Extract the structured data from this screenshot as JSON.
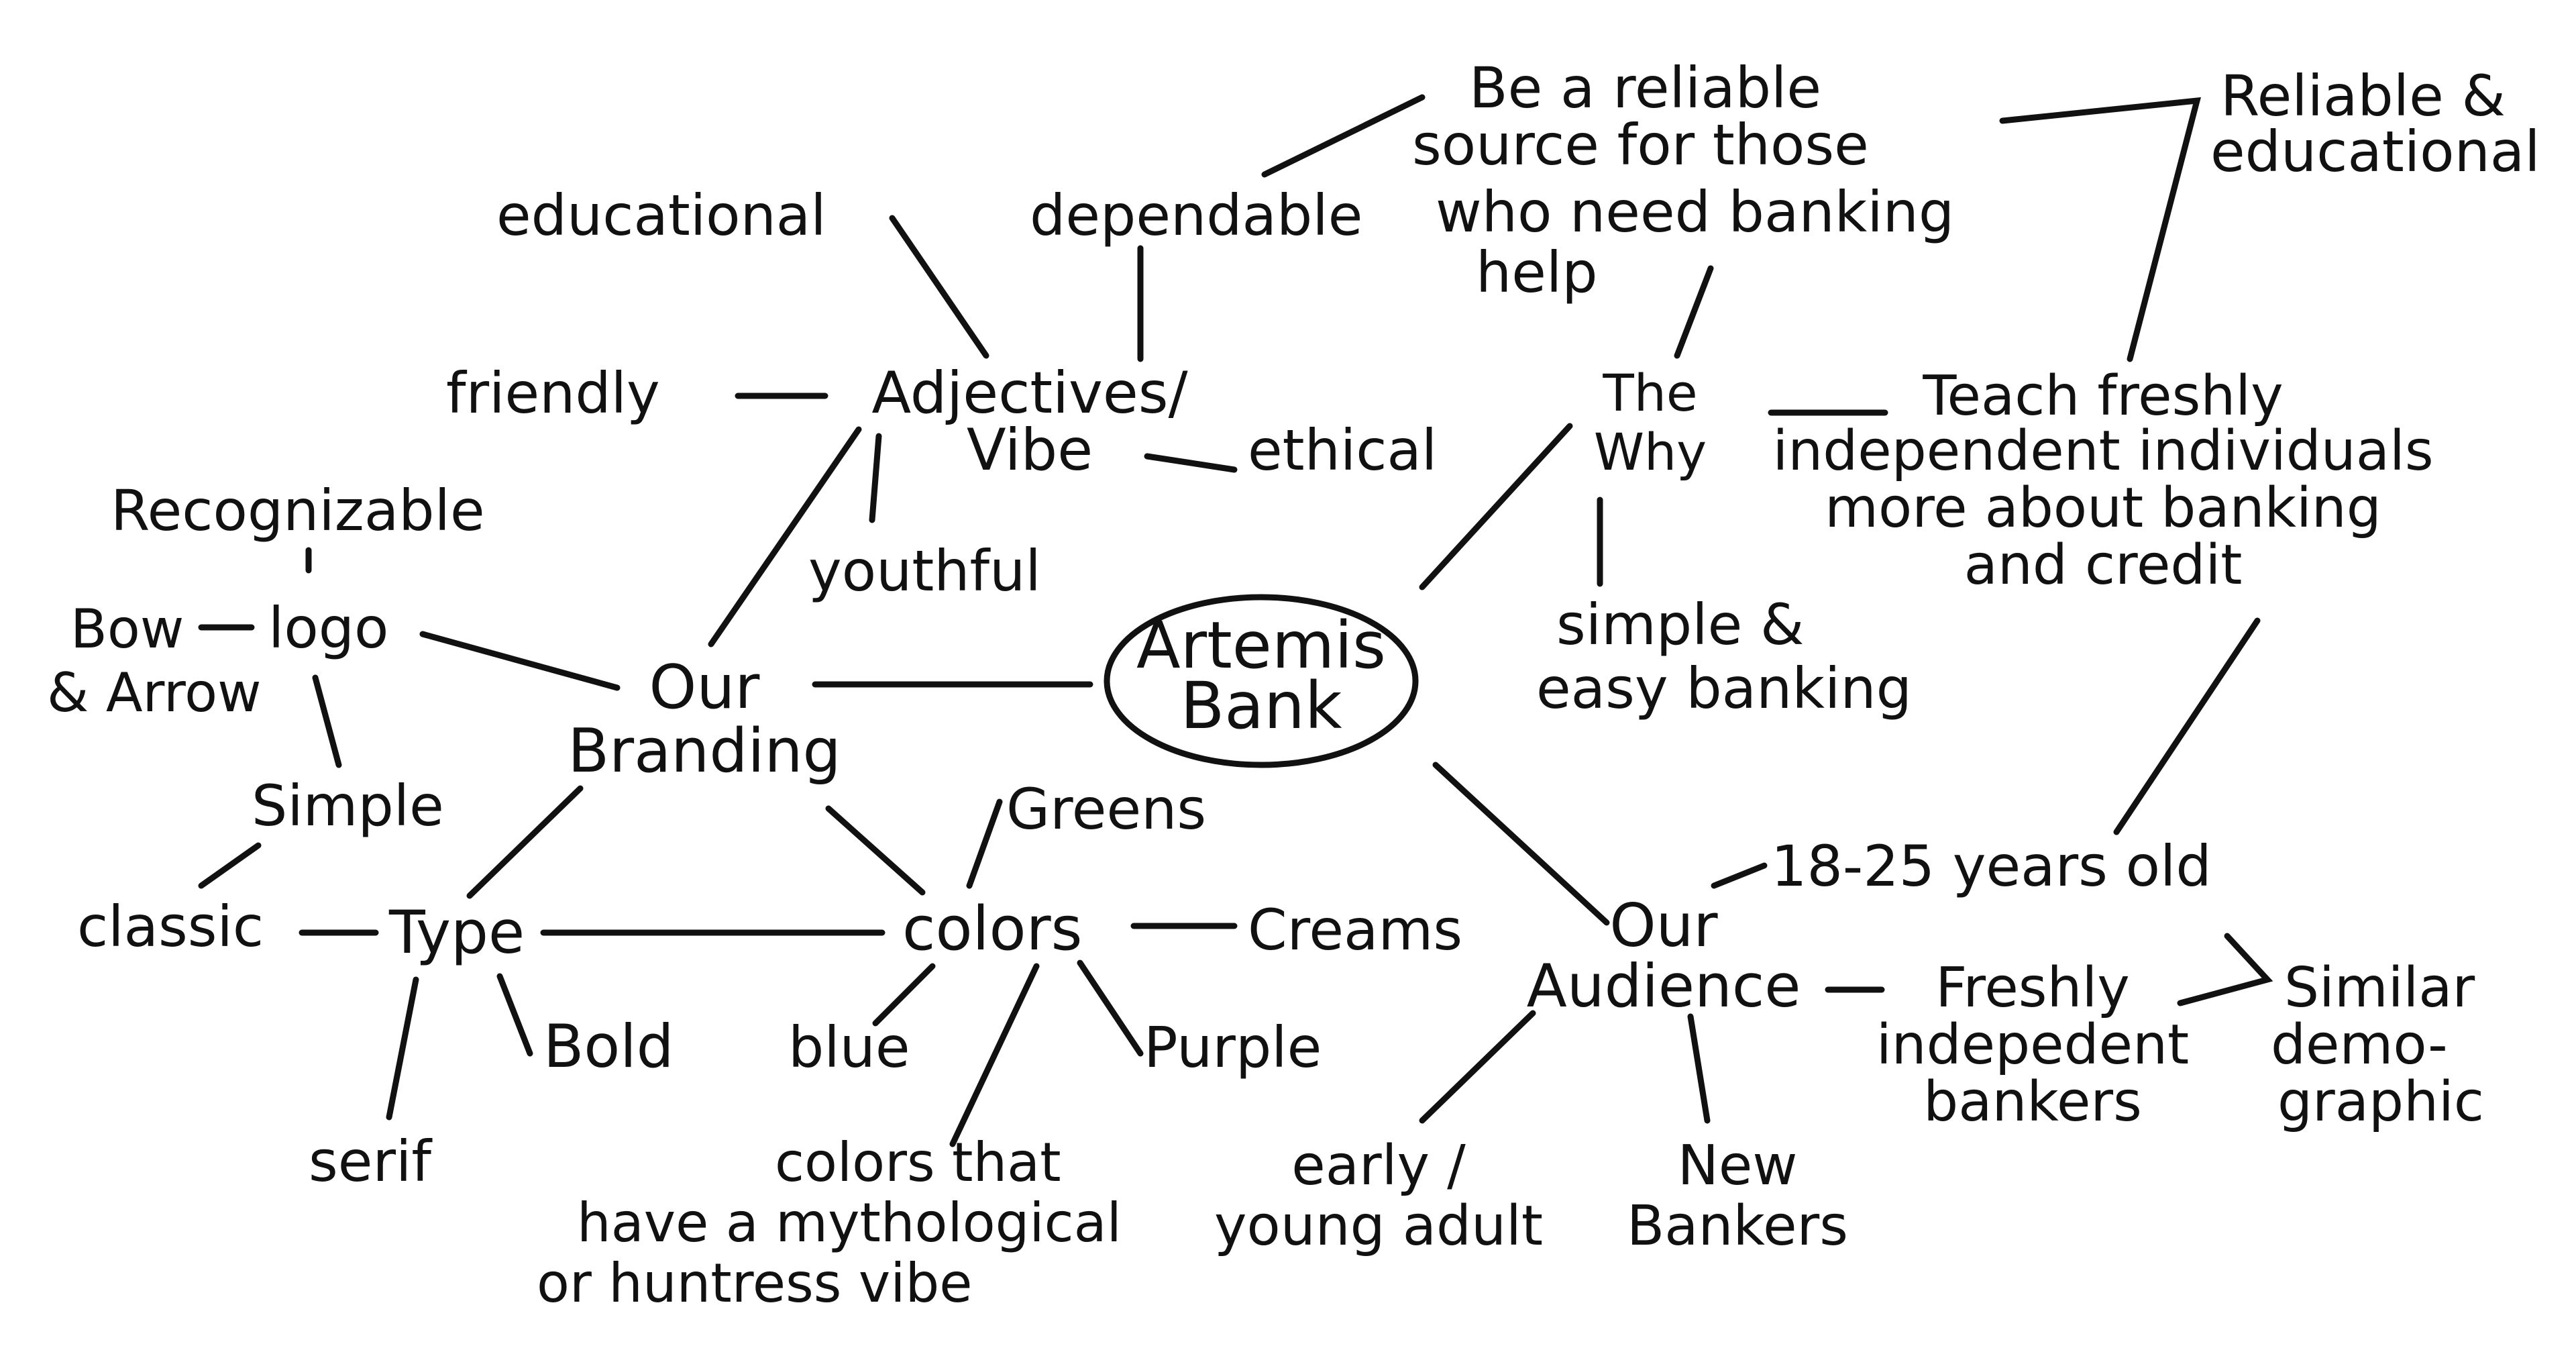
{
  "diagram": {
    "center": {
      "id": "center",
      "lines": [
        "Artemis",
        "Bank"
      ]
    },
    "nodes": [
      {
        "id": "why",
        "lines": [
          "The",
          "Why"
        ]
      },
      {
        "id": "be_reliable",
        "lines": [
          "Be a reliable",
          "source for those",
          "who need banking",
          "help"
        ]
      },
      {
        "id": "reliable_educational",
        "lines": [
          "Reliable &",
          "educational"
        ]
      },
      {
        "id": "teach",
        "lines": [
          "Teach freshly",
          "independent individuals",
          "more about banking",
          "and credit"
        ]
      },
      {
        "id": "simple_easy",
        "lines": [
          "simple &",
          "easy banking"
        ]
      },
      {
        "id": "adjectives",
        "lines": [
          "Adjectives/",
          "Vibe"
        ]
      },
      {
        "id": "educational",
        "lines": [
          "educational"
        ]
      },
      {
        "id": "dependable",
        "lines": [
          "dependable"
        ]
      },
      {
        "id": "friendly",
        "lines": [
          "friendly"
        ]
      },
      {
        "id": "ethical",
        "lines": [
          "ethical"
        ]
      },
      {
        "id": "youthful",
        "lines": [
          "youthful"
        ]
      },
      {
        "id": "branding",
        "lines": [
          "Our",
          "Branding"
        ]
      },
      {
        "id": "logo",
        "lines": [
          "logo"
        ]
      },
      {
        "id": "recognizable",
        "lines": [
          "Recognizable"
        ]
      },
      {
        "id": "bow_arrow",
        "lines": [
          "Bow",
          "& Arrow"
        ]
      },
      {
        "id": "simple",
        "lines": [
          "Simple"
        ]
      },
      {
        "id": "classic",
        "lines": [
          "classic"
        ]
      },
      {
        "id": "type",
        "lines": [
          "Type"
        ]
      },
      {
        "id": "serif",
        "lines": [
          "serif"
        ]
      },
      {
        "id": "bold",
        "lines": [
          "Bold"
        ]
      },
      {
        "id": "colors",
        "lines": [
          "colors"
        ]
      },
      {
        "id": "greens",
        "lines": [
          "Greens"
        ]
      },
      {
        "id": "creams",
        "lines": [
          "Creams"
        ]
      },
      {
        "id": "blue",
        "lines": [
          "blue"
        ]
      },
      {
        "id": "purple",
        "lines": [
          "Purple"
        ]
      },
      {
        "id": "myth_colors",
        "lines": [
          "colors that",
          "have a mythological",
          "or huntress vibe"
        ]
      },
      {
        "id": "audience",
        "lines": [
          "Our",
          "Audience"
        ]
      },
      {
        "id": "age",
        "lines": [
          "18-25 years old"
        ]
      },
      {
        "id": "freshly",
        "lines": [
          "Freshly",
          "indepedent",
          "bankers"
        ]
      },
      {
        "id": "similar",
        "lines": [
          "Similar",
          "demo-",
          "graphic"
        ]
      },
      {
        "id": "early",
        "lines": [
          "early /",
          "young adult"
        ]
      },
      {
        "id": "new_bankers",
        "lines": [
          "New",
          "Bankers"
        ]
      }
    ]
  }
}
